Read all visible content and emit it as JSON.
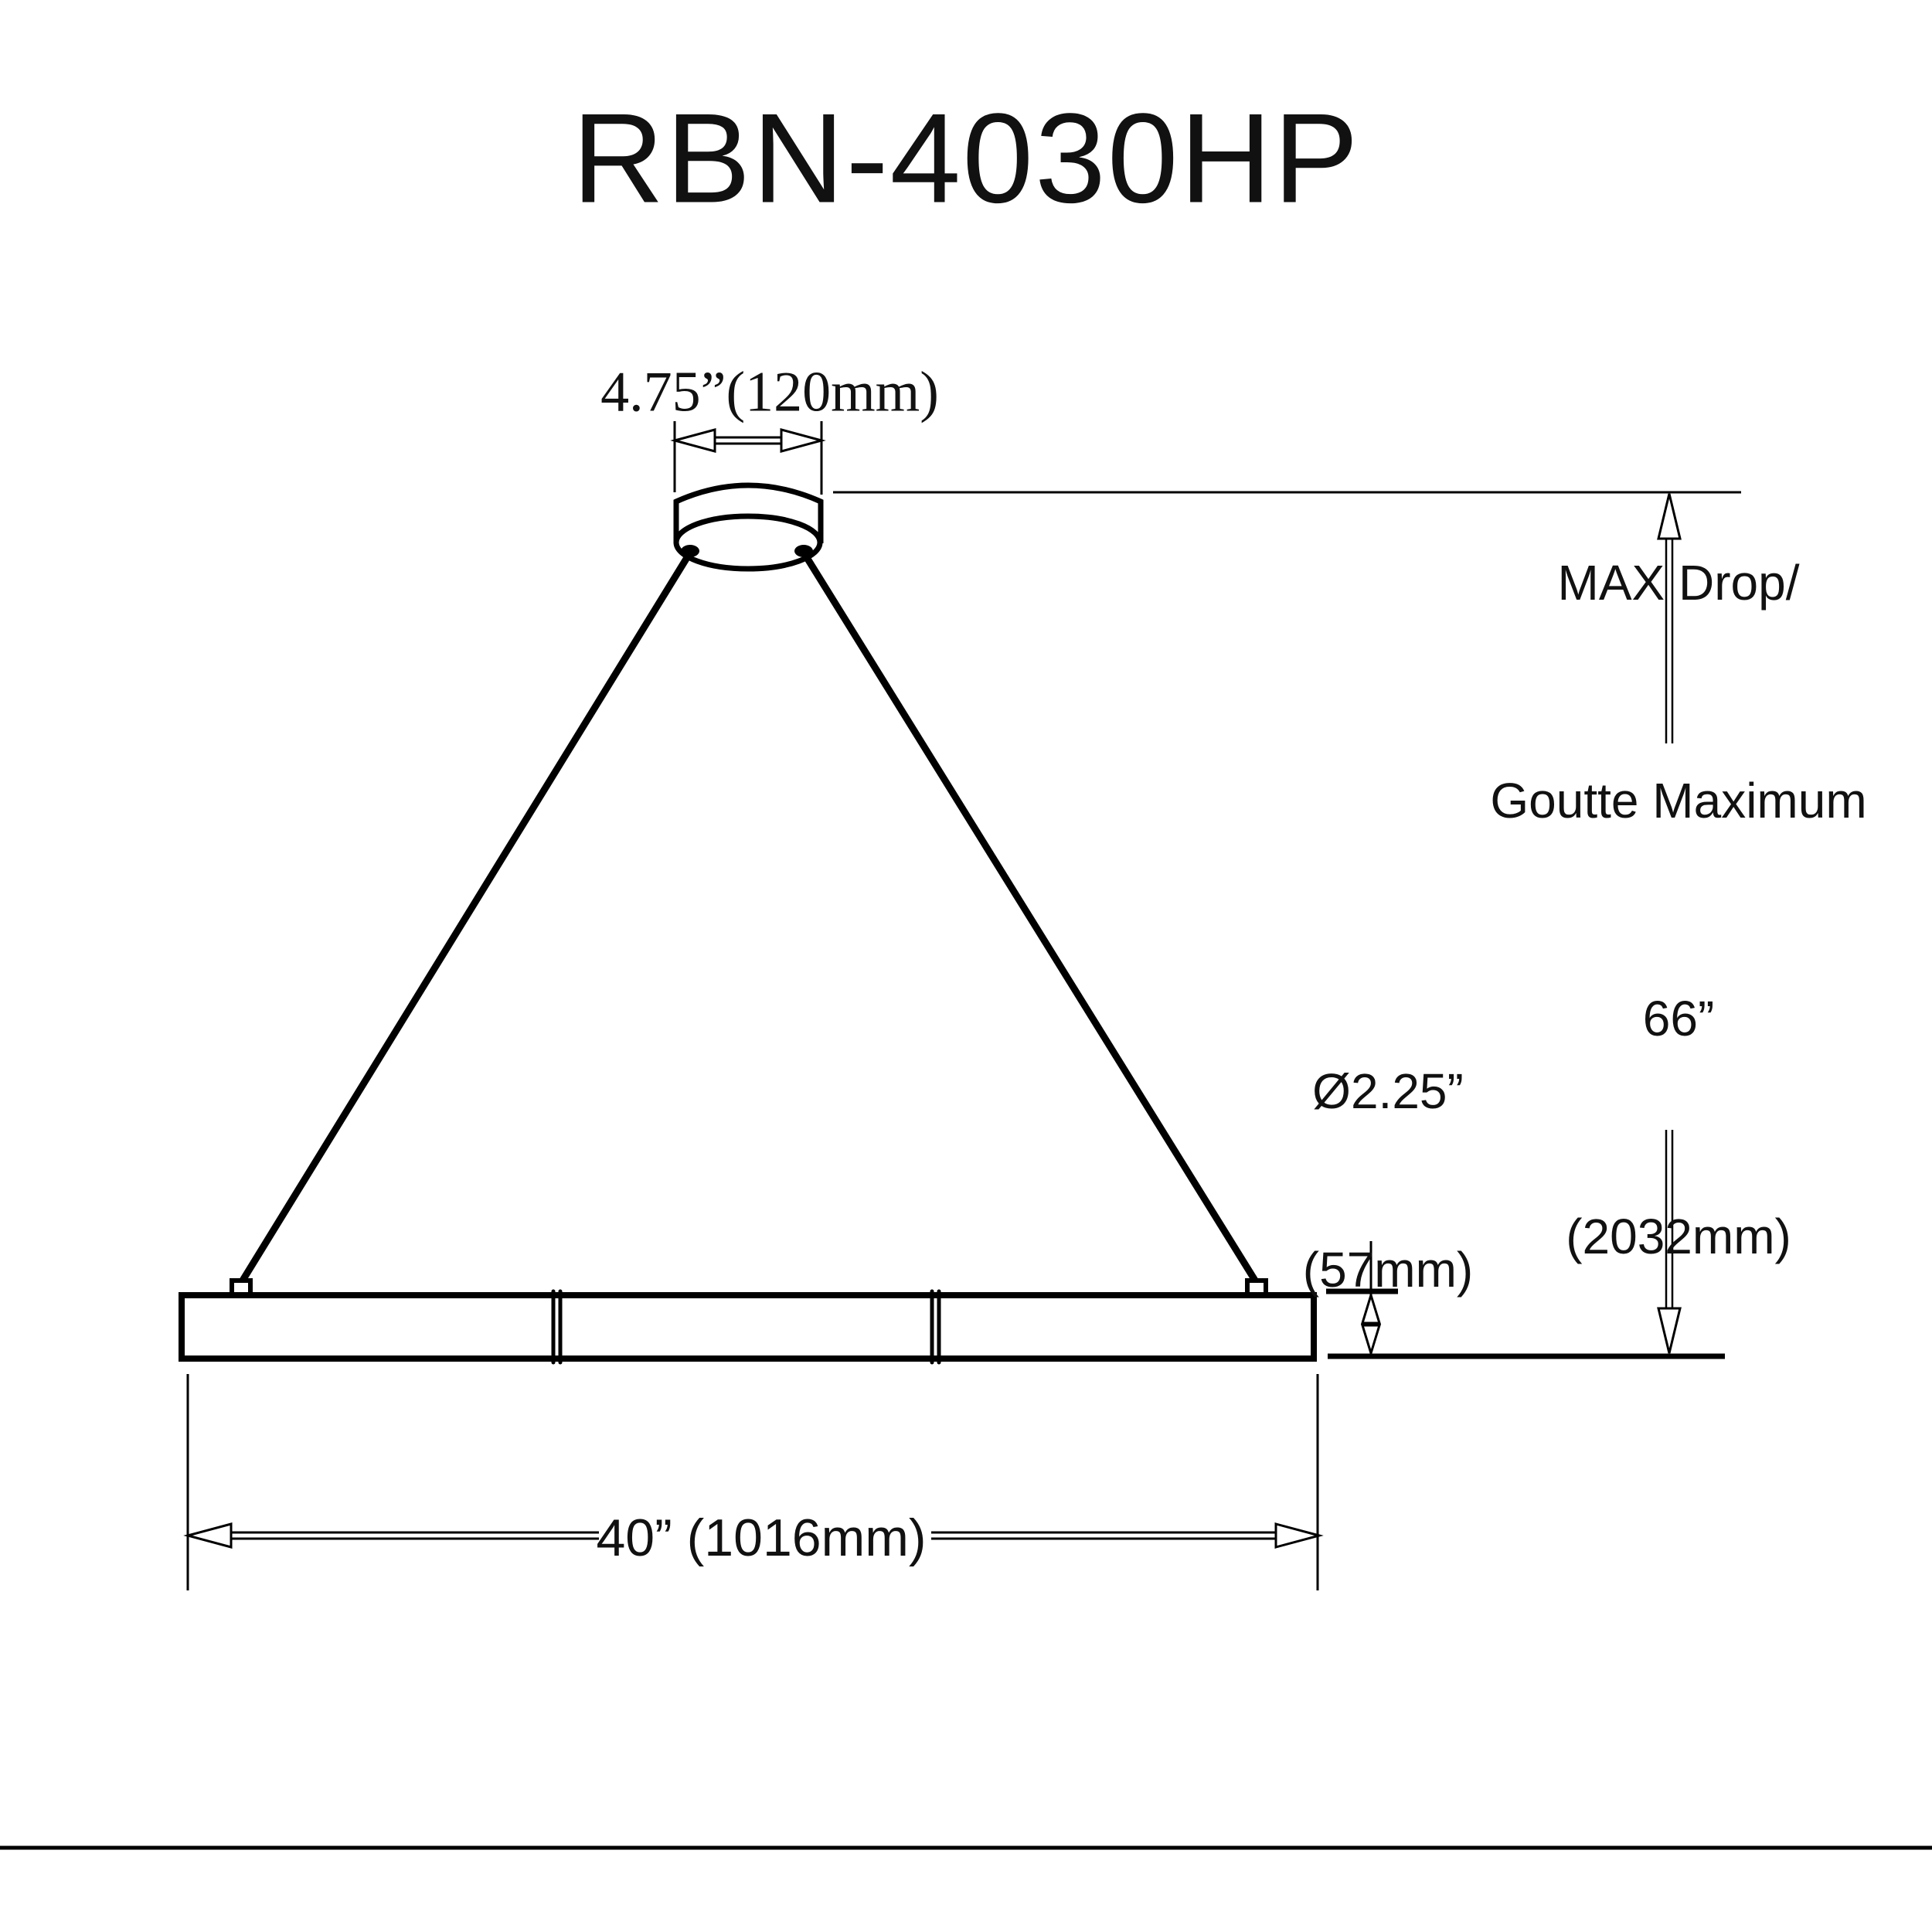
{
  "title": "RBN-4030HP",
  "dimensions": {
    "canopy_width": "4.75”(120mm)",
    "tube_diameter": {
      "line1": "Ø2.25”",
      "line2": "(57mm)"
    },
    "max_drop": {
      "line1": "MAX Drop/",
      "line2": "Goutte Maximum",
      "line3": "66”",
      "line4": "(2032mm)"
    },
    "fixture_width": "40” (1016mm)"
  },
  "colors": {
    "line": "#000000",
    "background": "#ffffff"
  }
}
